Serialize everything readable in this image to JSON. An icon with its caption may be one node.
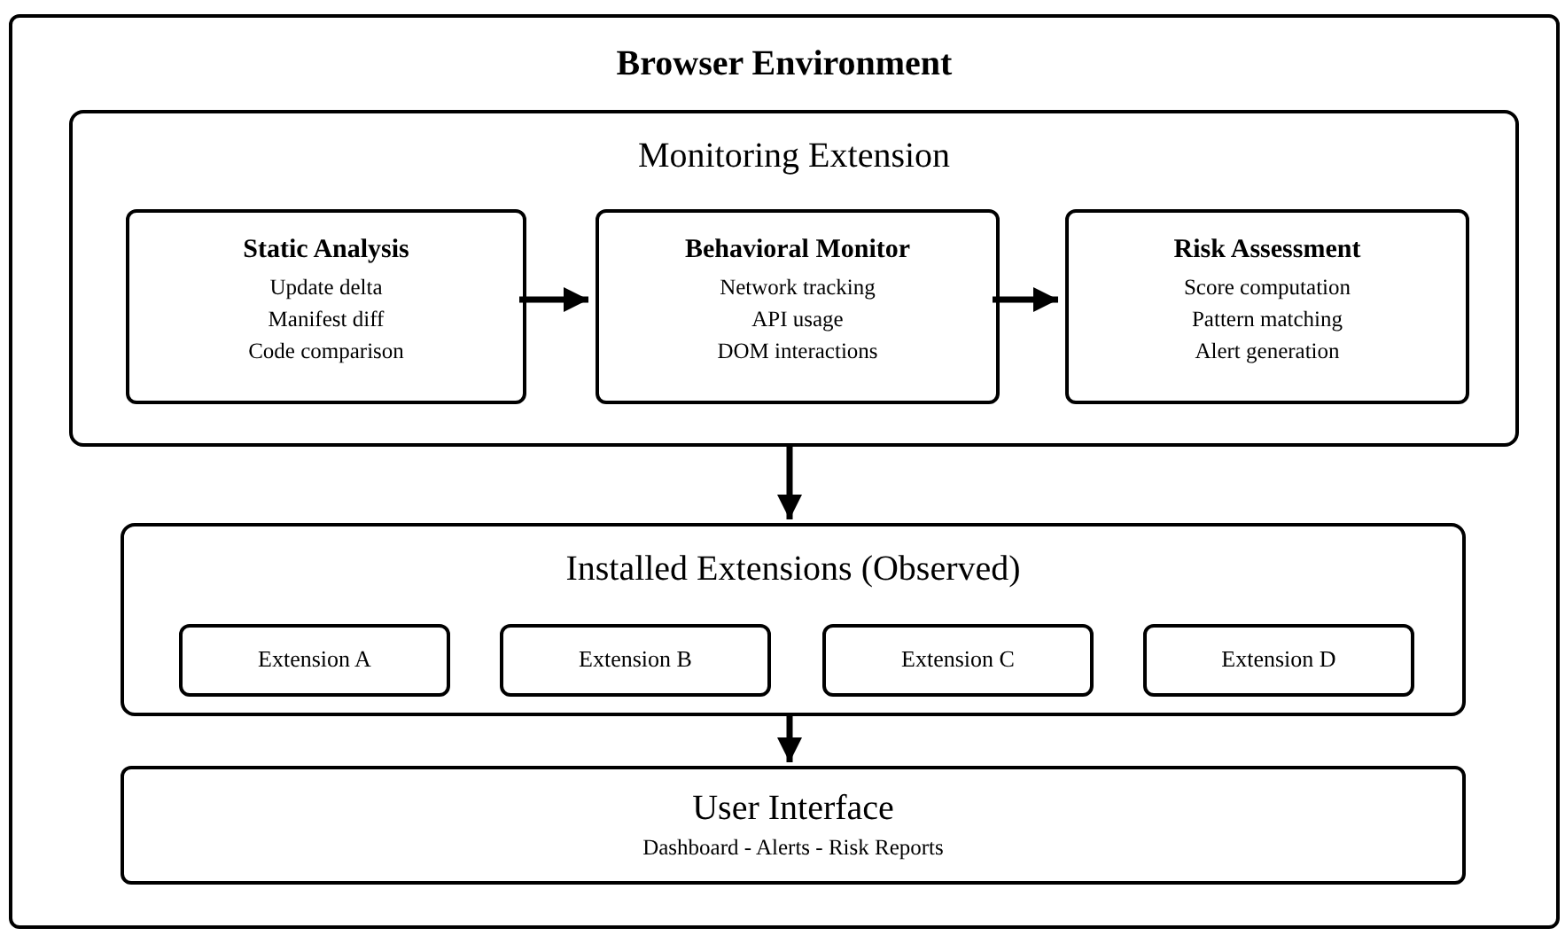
{
  "diagram": {
    "nodes": [
      {
        "text": [
          "Browser Environment"
        ]
      },
      {
        "text": [
          "Monitoring Extension"
        ],
        "in": 0
      },
      {
        "text": [
          "Static Analysis",
          "Update delta",
          "Manifest diff",
          "Code comparison"
        ],
        "in": 1
      },
      {
        "text": [
          "Behavioral Monitor",
          "Network tracking",
          "API usage",
          "DOM interactions"
        ],
        "in": 1
      },
      {
        "text": [
          "Risk Assessment",
          "Score computation",
          "Pattern matching",
          "Alert generation"
        ],
        "in": 1
      },
      {
        "text": [
          "Installed Extensions (Observed)"
        ],
        "in": 0
      },
      {
        "text": [
          "Extension A"
        ],
        "in": 5
      },
      {
        "text": [
          "Extension B"
        ],
        "in": 5
      },
      {
        "text": [
          "Extension C"
        ],
        "in": 5
      },
      {
        "text": [
          "Extension D"
        ],
        "in": 5
      },
      {
        "text": [
          "User Interface",
          "Dashboard - Alerts - Risk Reports"
        ],
        "in": 0
      }
    ],
    "edges": [
      {
        "from": 2,
        "to": 3,
        "arrow": "to"
      },
      {
        "from": 3,
        "to": 4,
        "arrow": "to"
      },
      {
        "from": 1,
        "to": 5,
        "arrow": "to"
      },
      {
        "from": 5,
        "to": 10,
        "arrow": "to"
      }
    ]
  }
}
